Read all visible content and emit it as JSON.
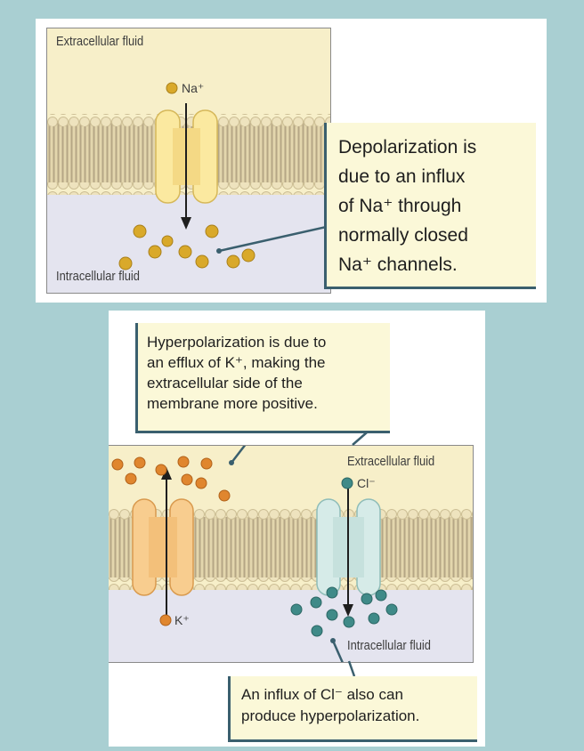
{
  "top_panel": {
    "extracellular_label": "Extracellular fluid",
    "intracellular_label": "Intracellular fluid",
    "ion_label": "Na⁺",
    "callout_lines": [
      "Depolarization is",
      "due to an influx",
      "of Na⁺ through",
      "normally closed",
      "Na⁺ channels."
    ]
  },
  "bottom_panel": {
    "extracellular_label": "Extracellular fluid",
    "intracellular_label": "Intracellular fluid",
    "k_label": "K⁺",
    "cl_label": "Cl⁻",
    "hyper_callout_lines": [
      "Hyperpolarization is due to",
      "an efflux of K⁺, making the",
      "extracellular side of the",
      "membrane more positive."
    ],
    "cl_callout_lines": [
      "An influx of Cl⁻ also can",
      "produce hyperpolarization."
    ]
  },
  "colors": {
    "background": "#a9cfd2",
    "extracellular": "#f7efc9",
    "intracellular": "#e4e4ef",
    "membrane_head": "#e9ddb4",
    "membrane_tail": "#c2b294",
    "na_ion": "#d9a92a",
    "k_ion": "#e0862e",
    "cl_ion": "#3f8a88",
    "na_channel": "#fbe9a0",
    "k_channel": "#f8cd8f",
    "cl_channel": "#d6ebe8",
    "callout_fill": "#fbf8d8",
    "pointer_line": "#3a5f6e"
  }
}
